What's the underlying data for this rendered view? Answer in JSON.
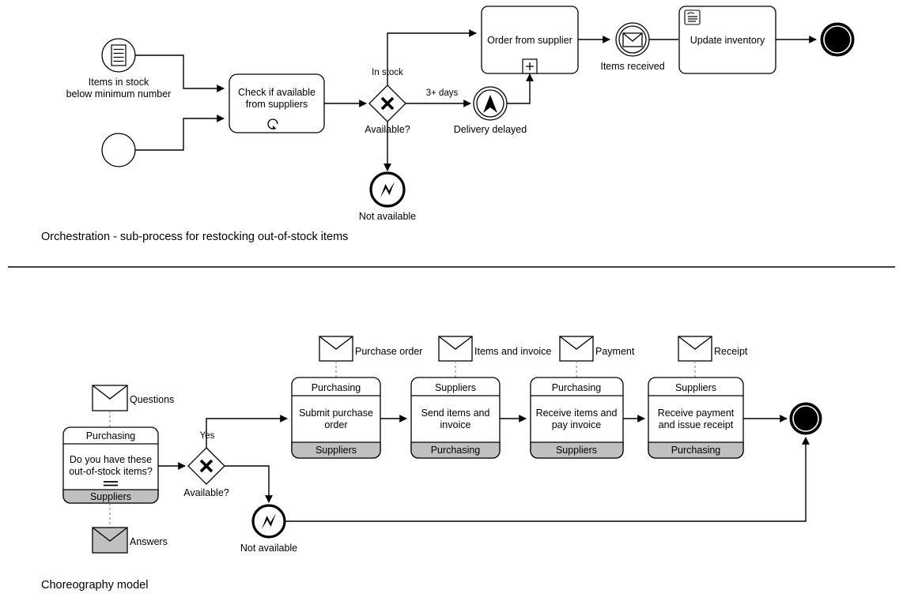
{
  "diagram": {
    "title_top": "Orchestration - sub-process for restocking out-of-stock items",
    "title_bottom": "Choreography model",
    "colors": {
      "stroke": "#000000",
      "fill": "#ffffff",
      "band": "#c0c0c0",
      "association": "#808080"
    }
  },
  "orchestration": {
    "caption": "Orchestration - sub-process for restocking out-of-stock items",
    "events": [
      {
        "id": "start-conditional",
        "name": "conditional-start-event",
        "label": "Items in stock\nbelow minimum number",
        "label_line1": "Items in stock",
        "label_line2": "below minimum number"
      },
      {
        "id": "start-plain",
        "name": "plain-start-event",
        "label": ""
      },
      {
        "id": "delivery-delayed",
        "name": "escalation-intermediate-event",
        "label": "Delivery delayed"
      },
      {
        "id": "items-received",
        "name": "message-intermediate-event",
        "label": "Items received"
      },
      {
        "id": "not-available",
        "name": "error-end-event",
        "label": "Not available"
      },
      {
        "id": "terminate-end",
        "name": "terminate-end-event",
        "label": ""
      }
    ],
    "tasks": [
      {
        "id": "check-available",
        "label_line1": "Check if available",
        "label_line2": "from suppliers",
        "marker": "loop"
      },
      {
        "id": "order-from-supplier",
        "label_line1": "Order from supplier",
        "label_line2": "",
        "marker": "sub-process-plus"
      },
      {
        "id": "update-inventory",
        "label_line1": "Update inventory",
        "label_line2": "",
        "marker": "manual-task"
      }
    ],
    "gateways": [
      {
        "id": "available-gateway",
        "type": "exclusive",
        "label": "Available?"
      }
    ],
    "flow_labels": [
      {
        "id": "in-stock",
        "text": "In stock"
      },
      {
        "id": "three-days",
        "text": "3+ days"
      }
    ]
  },
  "choreography": {
    "caption": "Choreography model",
    "messages": [
      {
        "id": "questions",
        "label": "Questions",
        "style": "white"
      },
      {
        "id": "answers",
        "label": "Answers",
        "style": "grey"
      },
      {
        "id": "purchase-order",
        "label": "Purchase order",
        "style": "white"
      },
      {
        "id": "items-and-invoice",
        "label": "Items and invoice",
        "style": "white"
      },
      {
        "id": "payment",
        "label": "Payment",
        "style": "white"
      },
      {
        "id": "receipt",
        "label": "Receipt",
        "style": "white"
      }
    ],
    "tasks": [
      {
        "id": "ask-availability",
        "top_participant": "Purchasing",
        "bottom_participant": "Suppliers",
        "body_line1": "Do you have these",
        "body_line2": "out-of-stock items?",
        "marker": "parallel-multi-instance"
      },
      {
        "id": "submit-purchase-order",
        "top_participant": "Purchasing",
        "bottom_participant": "Suppliers",
        "body_line1": "Submit purchase",
        "body_line2": "order",
        "marker": "none"
      },
      {
        "id": "send-items-and-invoice",
        "top_participant": "Suppliers",
        "bottom_participant": "Purchasing",
        "body_line1": "Send items and",
        "body_line2": "invoice",
        "marker": "none"
      },
      {
        "id": "receive-items-pay-invoice",
        "top_participant": "Purchasing",
        "bottom_participant": "Suppliers",
        "body_line1": "Receive items and",
        "body_line2": "pay invoice",
        "marker": "none"
      },
      {
        "id": "receive-payment-issue-receipt",
        "top_participant": "Suppliers",
        "bottom_participant": "Purchasing",
        "body_line1": "Receive payment",
        "body_line2": "and issue receipt",
        "marker": "none"
      }
    ],
    "gateways": [
      {
        "id": "available-gateway-2",
        "type": "exclusive",
        "label": "Available?"
      }
    ],
    "events": [
      {
        "id": "not-available-2",
        "name": "error-end-event",
        "label": "Not available"
      },
      {
        "id": "terminate-end-2",
        "name": "terminate-end-event",
        "label": ""
      }
    ],
    "flow_labels": [
      {
        "id": "yes",
        "text": "Yes"
      }
    ]
  }
}
